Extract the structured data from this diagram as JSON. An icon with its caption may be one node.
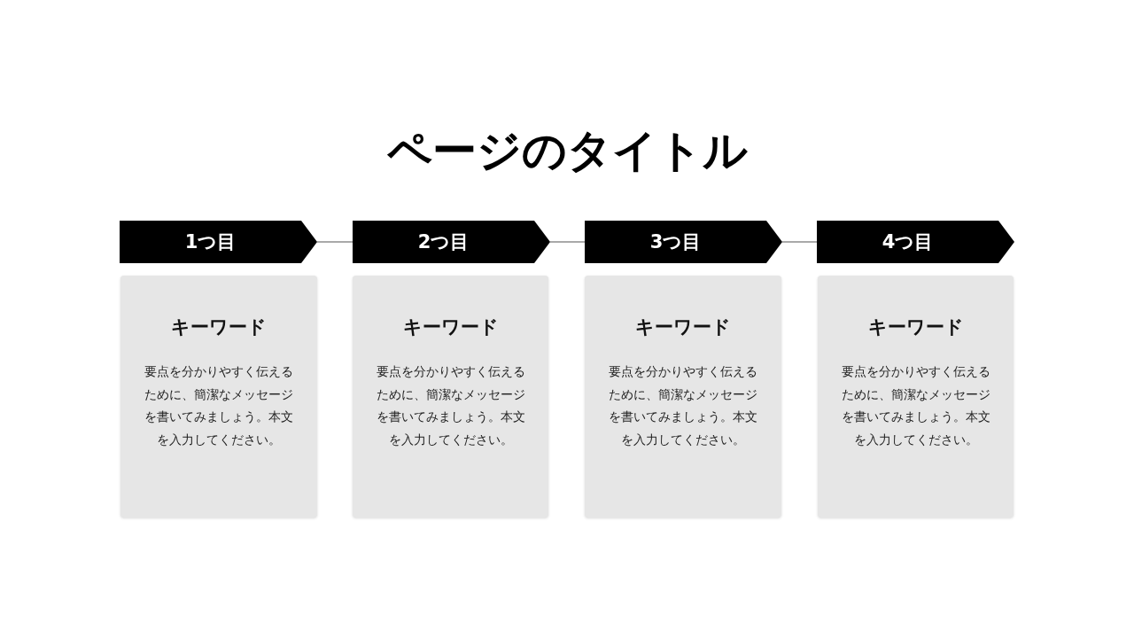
{
  "diagram": {
    "title": "ページのタイトル",
    "nodes": [
      {
        "text": [
          "1つ目"
        ]
      },
      {
        "text": [
          "2つ目"
        ]
      },
      {
        "text": [
          "3つ目"
        ]
      },
      {
        "text": [
          "4つ目"
        ]
      },
      {
        "text": [
          "キーワード",
          "要点を分かりやすく伝えるために、簡潔なメッセージを書いてみましょう。本文を入力してください。"
        ]
      },
      {
        "text": [
          "キーワード",
          "要点を分かりやすく伝えるために、簡潔なメッセージを書いてみましょう。本文を入力してください。"
        ]
      },
      {
        "text": [
          "キーワード",
          "要点を分かりやすく伝えるために、簡潔なメッセージを書いてみましょう。本文を入力してください。"
        ]
      },
      {
        "text": [
          "キーワード",
          "要点を分かりやすく伝えるために、簡潔なメッセージを書いてみましょう。本文を入力してください。"
        ]
      }
    ],
    "edges": [
      {
        "from": 0,
        "to": 1,
        "arrow": "none"
      },
      {
        "from": 1,
        "to": 2,
        "arrow": "none"
      },
      {
        "from": 2,
        "to": 3,
        "arrow": "none"
      }
    ]
  }
}
